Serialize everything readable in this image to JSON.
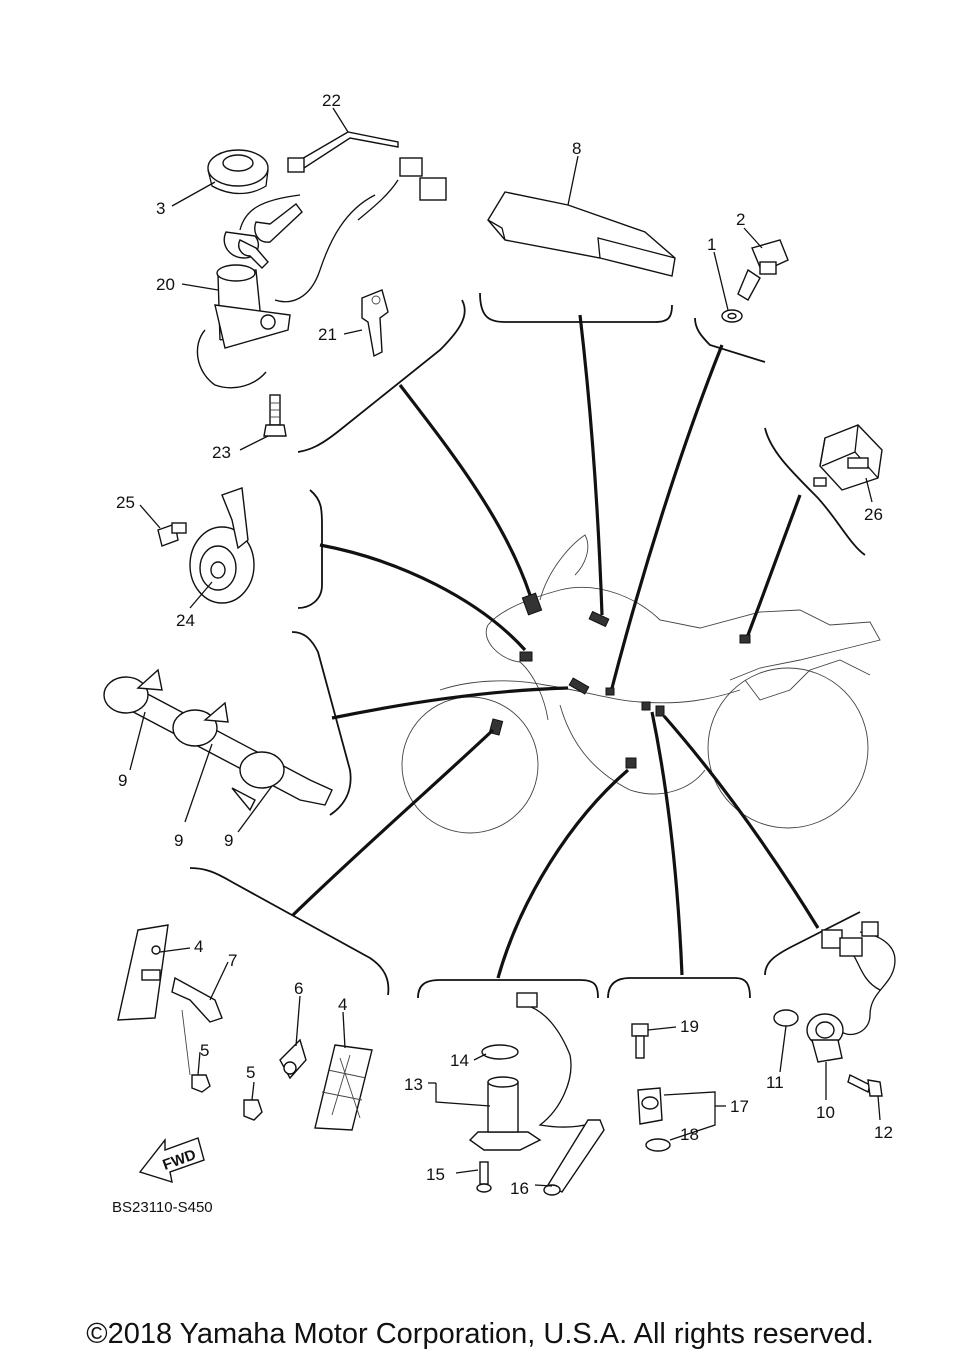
{
  "diagram": {
    "callouts": [
      {
        "id": "c1",
        "label": "1"
      },
      {
        "id": "c2",
        "label": "2"
      },
      {
        "id": "c3",
        "label": "3"
      },
      {
        "id": "c4a",
        "label": "4"
      },
      {
        "id": "c4b",
        "label": "4"
      },
      {
        "id": "c5a",
        "label": "5"
      },
      {
        "id": "c5b",
        "label": "5"
      },
      {
        "id": "c6",
        "label": "6"
      },
      {
        "id": "c7",
        "label": "7"
      },
      {
        "id": "c8",
        "label": "8"
      },
      {
        "id": "c9a",
        "label": "9"
      },
      {
        "id": "c9b",
        "label": "9"
      },
      {
        "id": "c9c",
        "label": "9"
      },
      {
        "id": "c10",
        "label": "10"
      },
      {
        "id": "c11",
        "label": "11"
      },
      {
        "id": "c12",
        "label": "12"
      },
      {
        "id": "c13",
        "label": "13"
      },
      {
        "id": "c14",
        "label": "14"
      },
      {
        "id": "c15",
        "label": "15"
      },
      {
        "id": "c16",
        "label": "16"
      },
      {
        "id": "c17",
        "label": "17"
      },
      {
        "id": "c18",
        "label": "18"
      },
      {
        "id": "c19",
        "label": "19"
      },
      {
        "id": "c20",
        "label": "20"
      },
      {
        "id": "c21",
        "label": "21"
      },
      {
        "id": "c22",
        "label": "22"
      },
      {
        "id": "c23",
        "label": "23"
      },
      {
        "id": "c24",
        "label": "24"
      },
      {
        "id": "c25",
        "label": "25"
      },
      {
        "id": "c26",
        "label": "26"
      }
    ],
    "fwd_label": "FWD",
    "diagram_code": "BS23110-S450"
  },
  "footer": {
    "copyright": "©2018 Yamaha Motor Corporation, U.S.A. All rights reserved."
  }
}
